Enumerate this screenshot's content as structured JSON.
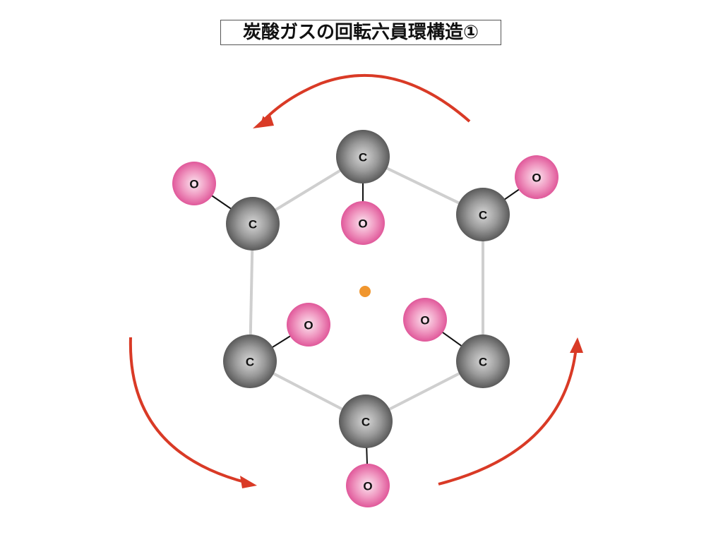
{
  "title": "炭酸ガスの回転六員環構造①",
  "atoms": {
    "carbon": "C",
    "oxygen": "O"
  },
  "colors": {
    "arrow": "#D93A26",
    "center": "#F0962E",
    "ring": "#CFCFCF",
    "bond": "#111111"
  }
}
